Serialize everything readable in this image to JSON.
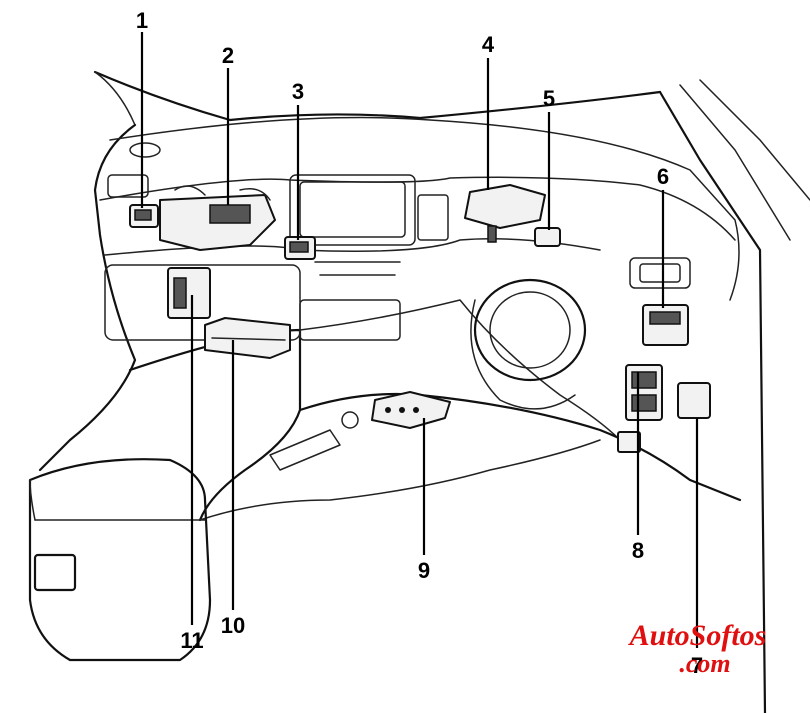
{
  "callouts": {
    "c1": "1",
    "c2": "2",
    "c3": "3",
    "c4": "4",
    "c5": "5",
    "c6": "6",
    "c7": "7",
    "c8": "8",
    "c9": "9",
    "c10": "10",
    "c11": "11"
  },
  "watermark": {
    "line1": "AutoSoftos",
    "line2": ".com",
    "color": "#e01010"
  }
}
